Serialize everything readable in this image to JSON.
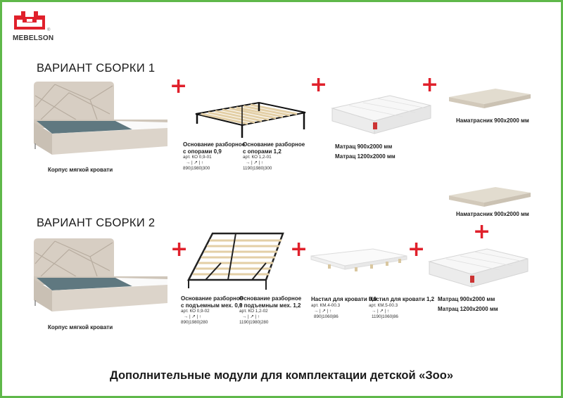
{
  "brand": {
    "name": "MEBELSON",
    "reg": "®",
    "mark_color": "#e0202b"
  },
  "accent_color": "#e0202b",
  "frame_color": "#5fb84a",
  "plus_symbol": "+",
  "variant1": {
    "title": "ВАРИАНТ СБОРКИ 1",
    "bed_caption": "Корпус мягкой кровати",
    "base09": {
      "name": "Основание разборное\nс опорами 0,9",
      "art": "арт. КО 0,9-01",
      "icons": "→ | ↗ | ↑",
      "dims": "890|1980|300"
    },
    "base12": {
      "name": "Основание разборное\nс опорами 1,2",
      "art": "арт. КО 1,2-01",
      "icons": "→ | ↗ | ↑",
      "dims": "1190|1980|300"
    },
    "mattress": {
      "line1": "Матрац 900х2000 мм",
      "line2": "Матрац 1200х2000 мм"
    },
    "topper": "Наматрасник 900х2000 мм"
  },
  "variant2": {
    "title": "ВАРИАНТ СБОРКИ 2",
    "bed_caption": "Корпус мягкой кровати",
    "base09": {
      "name": "Основание разборное\nс подъемным мех. 0,9",
      "art": "арт. КО 0,9-02",
      "icons": "→ | ↗ | ↑",
      "dims": "890|1980|280"
    },
    "base12": {
      "name": "Основание разборное\nс подъемным мех. 1,2",
      "art": "арт. КО 1,2-02",
      "icons": "→ | ↗ | ↑",
      "dims": "1190|1980|280"
    },
    "deck09": {
      "name": "Настил для кровати 0,9",
      "art": "арт. КМ.4-00.3",
      "icons": "→ | ↗ | ↑",
      "dims": "890|1060|86"
    },
    "deck12": {
      "name": "Настил для кровати 1,2",
      "art": "арт. КМ.5-00.3",
      "icons": "→ | ↗ | ↑",
      "dims": "1190|1060|86"
    },
    "mattress": {
      "line1": "Матрац 900х2000 мм",
      "line2": "Матрац 1200х2000 мм"
    },
    "topper": "Наматрасник 900х2000 мм"
  },
  "footer": "Дополнительные модули для комплектации детской «Зоо»"
}
